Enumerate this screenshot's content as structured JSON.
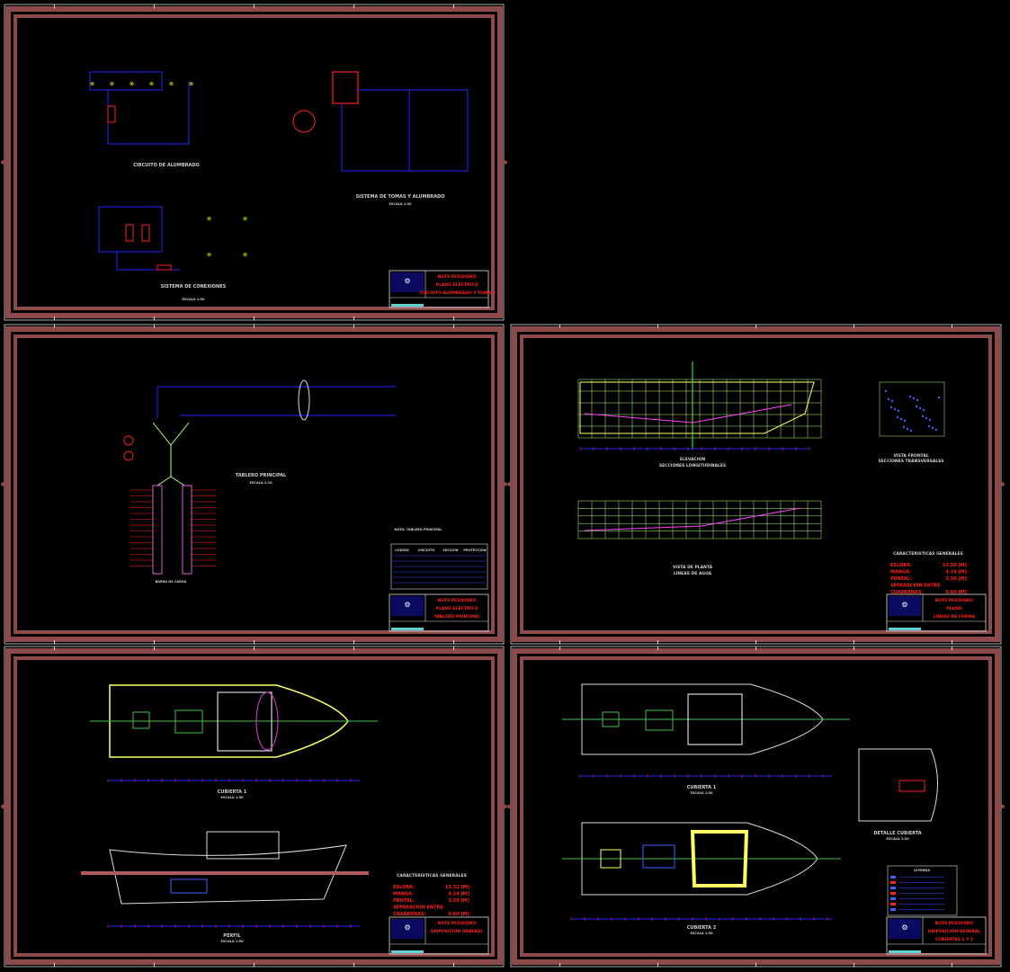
{
  "colors": {
    "frame": "#8c4a4a",
    "background": "#000000",
    "wire": "#2626ff",
    "accent": "#ff2020",
    "hull": "#ffff66",
    "grid": "#b0ff80",
    "label": "#d0d0d0"
  },
  "sheets": [
    {
      "id": "electrical-lighting",
      "labels": [
        "CIRCUITO DE ALUMBRADO",
        "SISTEMA DE TOMAS Y ALUMBRADO",
        "ESCALA 1:50",
        "SISTEMA DE CONEXIONES",
        "ESCALA 1:50"
      ],
      "title_block": [
        "BOTE PESQUERO",
        "PLANO ELECTRICO",
        "CIRCUITO ALUMBRADO Y TOMAS"
      ]
    },
    {
      "id": "main-board",
      "labels": [
        "TABLERO PRINCIPAL",
        "ESCALA 1:10",
        "BARRA DE CARGA",
        "NOTA: TABLERO PRINCIPAL"
      ],
      "table_header": [
        "CODIGO",
        "CIRCUITO",
        "SECCION",
        "PROTECCION"
      ],
      "title_block": [
        "BOTE PESQUERO",
        "PLANO ELECTRICO",
        "TABLERO PRINCIPAL"
      ]
    },
    {
      "id": "hull-lines",
      "labels": [
        "ELEVACION",
        "SECCIONES LONGITUDINALES",
        "VISTA DE PLANTA",
        "LINEAS DE AGUA",
        "VISTA FRONTAL",
        "SECCIONES TRANSVERSALES",
        "CARACTERISTICAS GENERALES"
      ],
      "specs": [
        {
          "k": "ESLORA:",
          "v": "13.50 [M]"
        },
        {
          "k": "MANGA:",
          "v": "4.24 [M]"
        },
        {
          "k": "PUNTAL:",
          "v": "3.50 [M]"
        },
        {
          "k": "SEPARACION ENTRE",
          "v": ""
        },
        {
          "k": "CUADERNAS:",
          "v": "0.60 [M]"
        }
      ],
      "title_block": [
        "BOTE PESQUERO",
        "PLANO",
        "LINEAS DE FORMA"
      ]
    },
    {
      "id": "general-arrangement",
      "labels": [
        "CUBIERTA 1",
        "ESCALA 1:50",
        "PERFIL",
        "ESCALA 1:50",
        "CARACTERISTICAS GENERALES"
      ],
      "specs": [
        {
          "k": "ESLORA:",
          "v": "13.32 [M]"
        },
        {
          "k": "MANGA:",
          "v": "4.24 [M]"
        },
        {
          "k": "PUNTAL:",
          "v": "3.50 [M]"
        },
        {
          "k": "SEPARACION ENTRE",
          "v": ""
        },
        {
          "k": "CUADERNAS:",
          "v": "0.60 [M]"
        }
      ],
      "title_block": [
        "BOTE PESQUERO",
        "DISPOSICION GENERAL"
      ]
    },
    {
      "id": "deck-plans",
      "labels": [
        "CUBIERTA 1",
        "ESCALA 1:50",
        "CUBIERTA 2",
        "ESCALA 1:50",
        "DETALLE CUBIERTA",
        "ESCALA 1:20",
        "LEYENDA"
      ],
      "title_block": [
        "BOTE PESQUERO",
        "DISPOSICION GENERAL",
        "CUBIERTAS 1 Y 2"
      ]
    }
  ]
}
